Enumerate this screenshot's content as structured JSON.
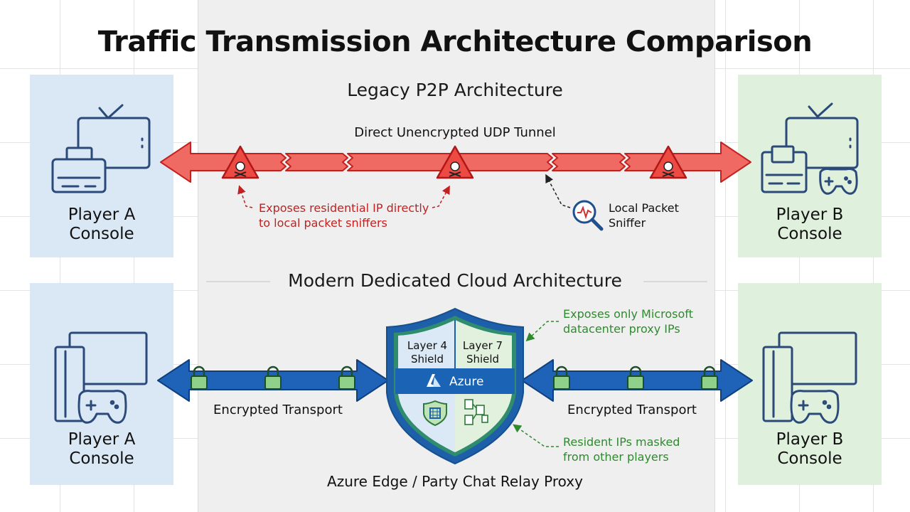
{
  "title": "Traffic Transmission Architecture Comparison",
  "legacy": {
    "heading": "Legacy P2P Architecture",
    "tunnel_label": "Direct Unencrypted UDP Tunnel",
    "exposure_note_line1": "Exposes residential IP directly",
    "exposure_note_line2": "to local packet sniffers",
    "sniffer_line1": "Local Packet",
    "sniffer_line2": "Sniffer",
    "player_a_line1": "Player A",
    "player_a_line2": "Console",
    "player_b_line1": "Player B",
    "player_b_line2": "Console"
  },
  "modern": {
    "heading": "Modern Dedicated Cloud Architecture",
    "transport_left": "Encrypted Transport",
    "transport_right": "Encrypted Transport",
    "shield_layer4_line1": "Layer 4",
    "shield_layer4_line2": "Shield",
    "shield_layer7_line1": "Layer 7",
    "shield_layer7_line2": "Shield",
    "azure_label": "Azure",
    "proxy_note_line1": "Exposes only Microsoft",
    "proxy_note_line2": "datacenter proxy IPs",
    "masked_note_line1": "Resident IPs masked",
    "masked_note_line2": "from other players",
    "relay_caption": "Azure Edge / Party Chat Relay Proxy",
    "player_a_line1": "Player A",
    "player_a_line2": "Console",
    "player_b_line1": "Player B",
    "player_b_line2": "Console"
  },
  "colors": {
    "danger": "#e03a3a",
    "secure": "#1e63b8",
    "note_green": "#2f8a2f",
    "note_red": "#c42020",
    "player_a_panel": "#dae7f4",
    "player_b_panel": "#dff0dc",
    "shield_fill": "#1d5fa8"
  },
  "icons": [
    "console-tv-icon",
    "skull-warning-icon",
    "magnifier-waveform-icon",
    "padlock-icon",
    "gamepad-icon",
    "azure-logo-icon",
    "chip-shield-icon",
    "document-flow-icon"
  ]
}
